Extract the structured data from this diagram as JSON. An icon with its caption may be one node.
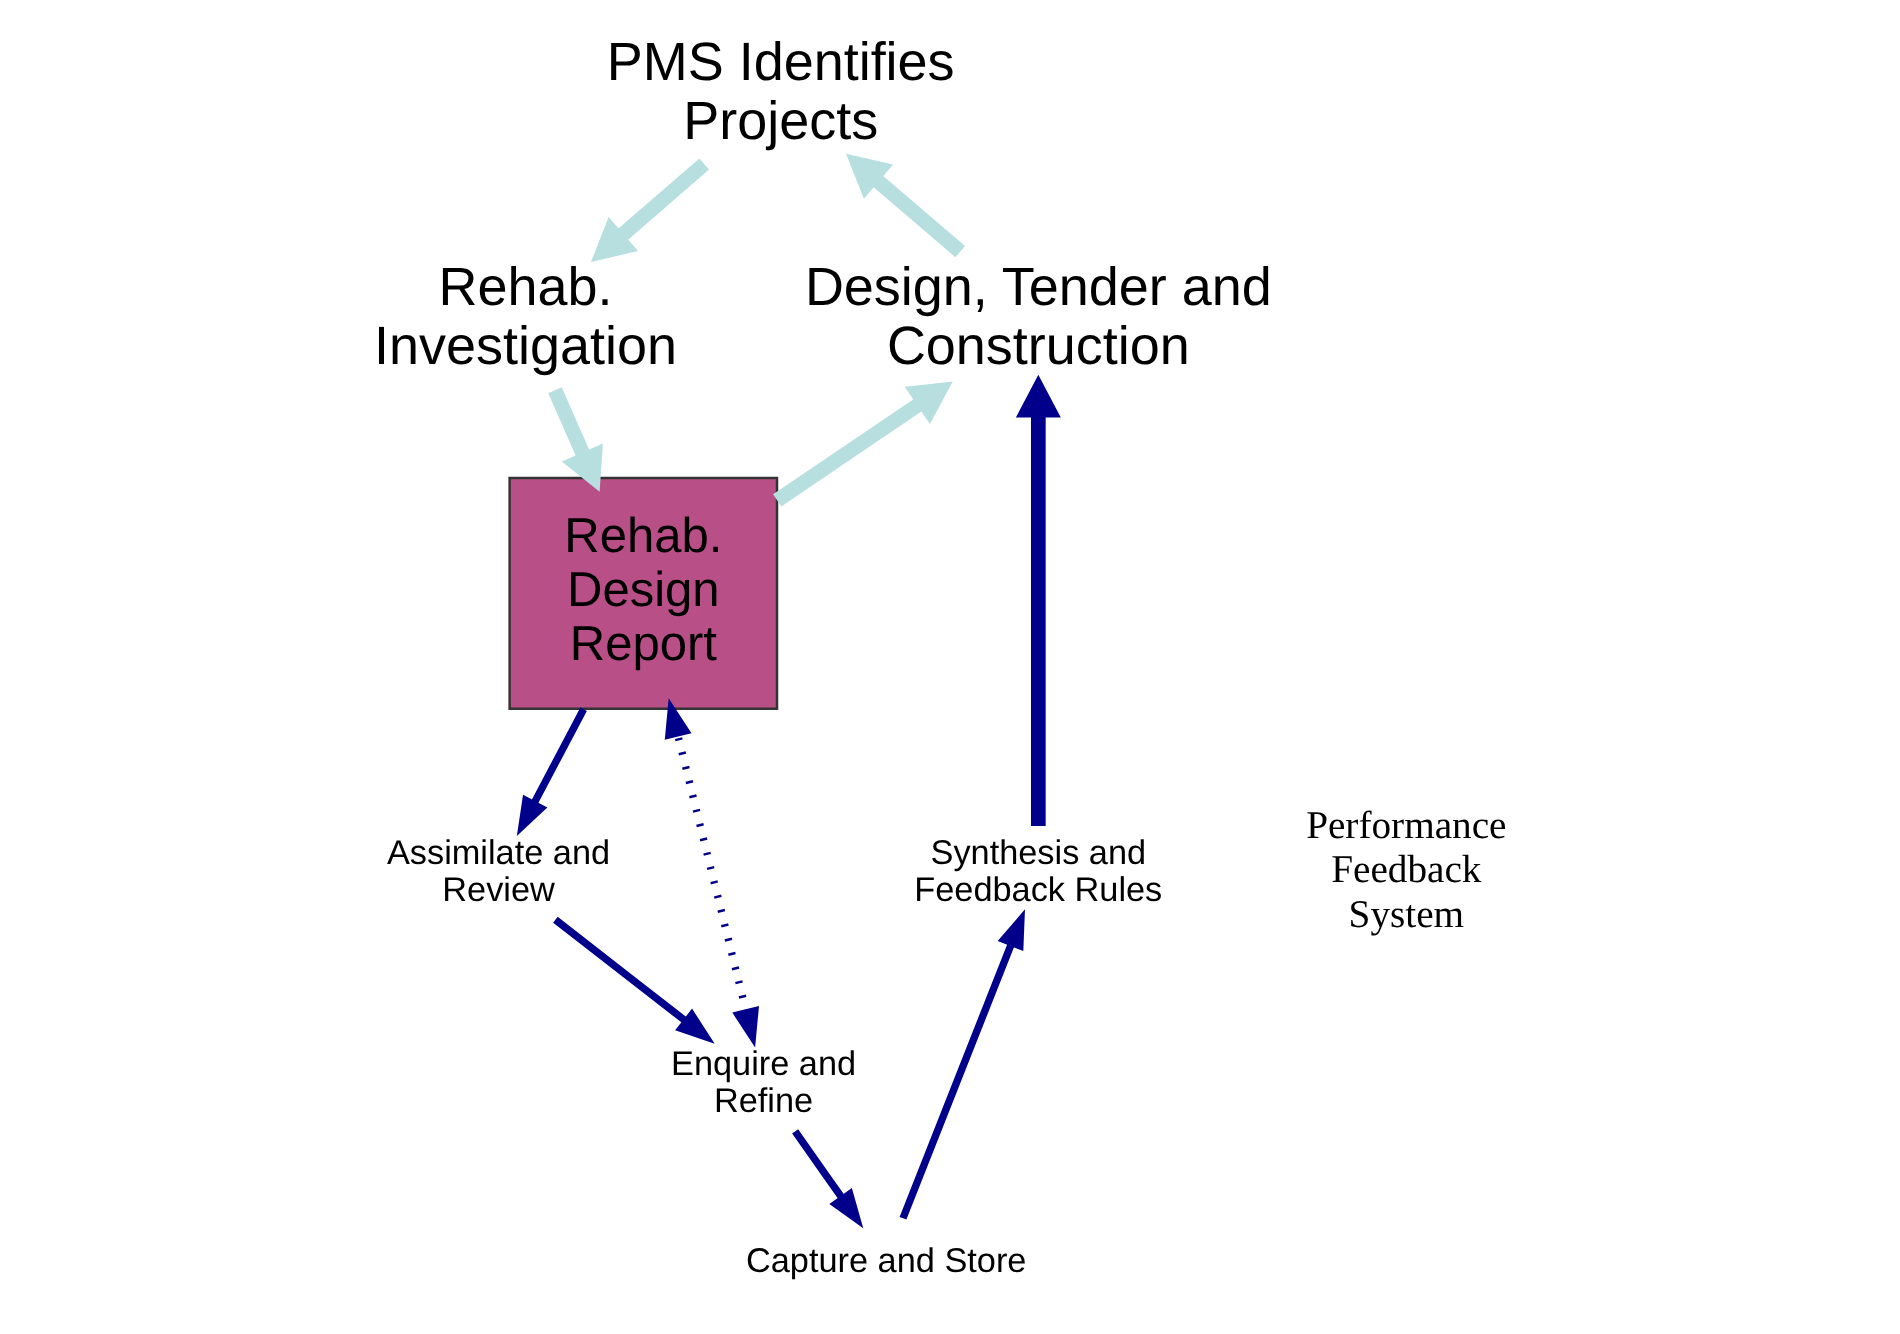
{
  "diagram": {
    "nodes": [
      {
        "text": [
          "PMS Identifies Projects"
        ]
      },
      {
        "text": [
          "Rehab. Investigation"
        ]
      },
      {
        "text": [
          "Rehab. Design Report"
        ]
      },
      {
        "text": [
          "Design, Tender and Construction"
        ]
      },
      {
        "text": [
          "Assimilate and Review"
        ]
      },
      {
        "text": [
          "Enquire and Refine"
        ]
      },
      {
        "text": [
          "Capture and Store"
        ]
      },
      {
        "text": [
          "Synthesis and Feedback Rules"
        ]
      }
    ],
    "edges": [
      {
        "from": 0,
        "to": 1,
        "arrow": "to",
        "color": "#b7dfe0",
        "style": "thick"
      },
      {
        "from": 1,
        "to": 2,
        "arrow": "to",
        "color": "#b7dfe0",
        "style": "thick"
      },
      {
        "from": 2,
        "to": 3,
        "arrow": "to",
        "color": "#b7dfe0",
        "style": "thick"
      },
      {
        "from": 3,
        "to": 0,
        "arrow": "to",
        "color": "#b7dfe0",
        "style": "thick"
      },
      {
        "from": 2,
        "to": 4,
        "arrow": "to"
      },
      {
        "from": 4,
        "to": 5,
        "arrow": "to"
      },
      {
        "from": 5,
        "to": 2,
        "arrow": "both",
        "style": "dashed"
      },
      {
        "from": 5,
        "to": 6,
        "arrow": "to"
      },
      {
        "from": 6,
        "to": 7,
        "arrow": "to"
      },
      {
        "from": 7,
        "to": 3,
        "arrow": "to",
        "style": "thick"
      }
    ],
    "labels": [
      "Performance Feedback System"
    ]
  }
}
